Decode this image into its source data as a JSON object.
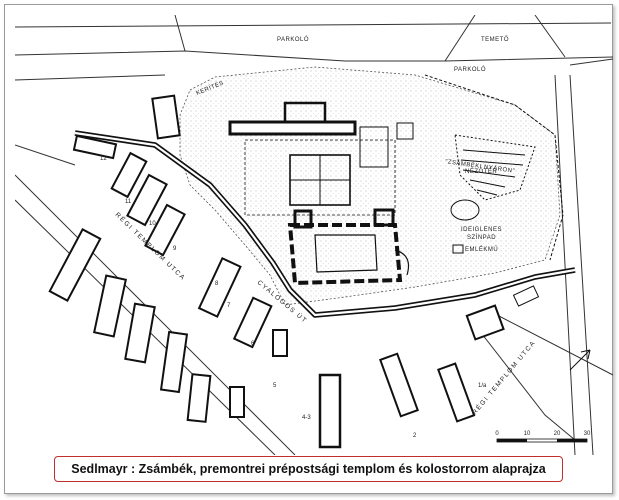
{
  "map": {
    "labels": {
      "parkolo_top": "PARKOLÓ",
      "temeto": "TEMETŐ",
      "parkolo_right": "PARKOLÓ",
      "kerites": "KERÍTÉS",
      "szabadteri_1": "\"ZSÁMBÉKI NYÁRON\"",
      "szabadteri_2": "NÉZŐTÉR",
      "ideiglenes_1": "IDEIGLENES",
      "ideiglenes_2": "SZÍNPAD",
      "emlekmu": "EMLÉKMŰ",
      "street_left": "RÉGI TEMPLOM UTCA",
      "street_mid": "CYALOGOS ÚT",
      "street_right": "RÉGI TEMPLOM UTCA"
    },
    "numbers": [
      "12",
      "11",
      "10",
      "9",
      "8",
      "7",
      "6",
      "5",
      "4-3",
      "2",
      "1/a"
    ],
    "scale": [
      "0",
      "10",
      "20",
      "30"
    ]
  },
  "caption": "Sedlmayr : Zsámbék, premontrei prépostsági templom és kolostorrom alaprajza"
}
